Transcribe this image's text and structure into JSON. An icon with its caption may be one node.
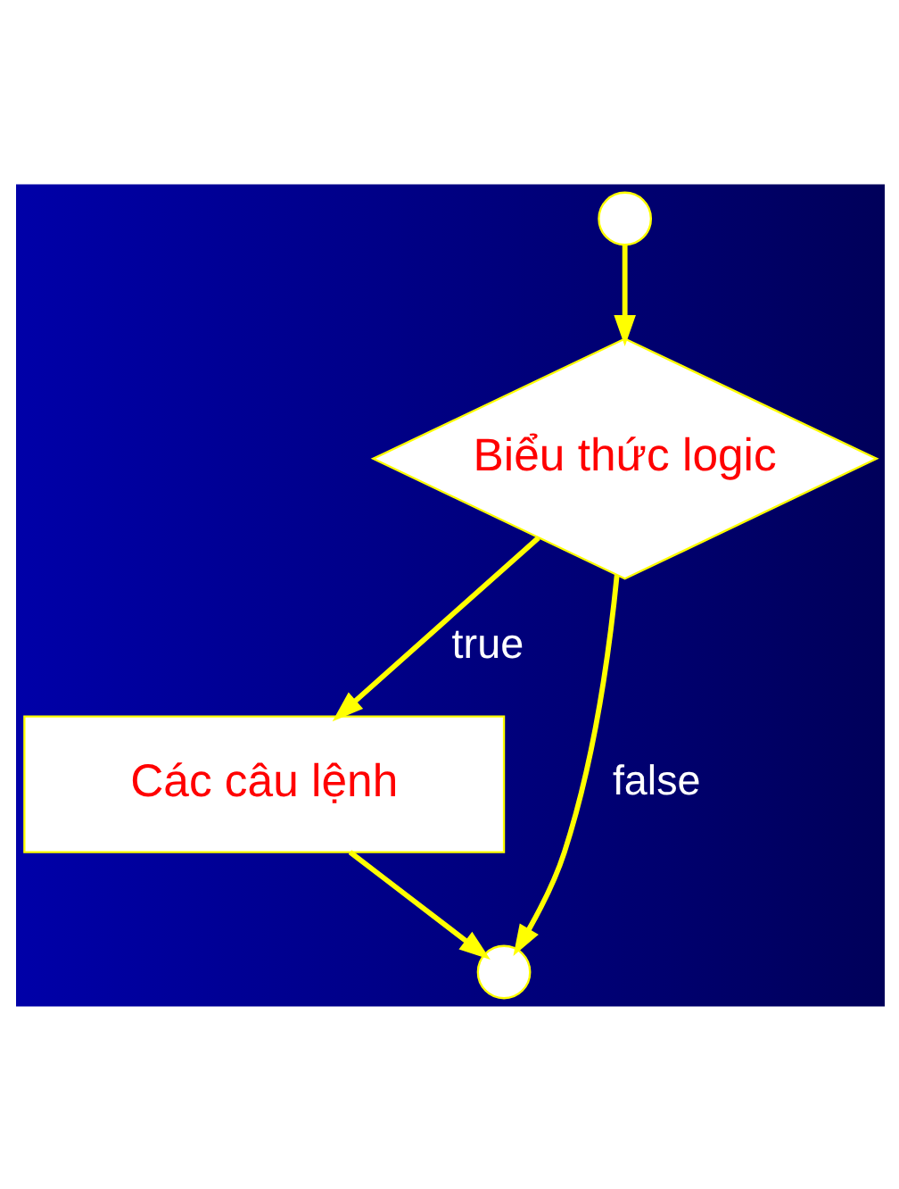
{
  "diagram": {
    "nodes": [
      {
        "text": [],
        "shape": "circle"
      },
      {
        "text": [
          "Biểu thức logic"
        ]
      },
      {
        "text": [
          "Các câu lệnh"
        ]
      },
      {
        "text": [],
        "shape": "circle"
      }
    ],
    "edges": [
      {
        "from": 0,
        "to": 1,
        "arrow": "to"
      },
      {
        "from": 1,
        "to": 2,
        "arrow": "to",
        "label": "true"
      },
      {
        "from": 1,
        "to": 3,
        "arrow": "to",
        "label": "false"
      },
      {
        "from": 2,
        "to": 3,
        "arrow": "to"
      }
    ]
  }
}
